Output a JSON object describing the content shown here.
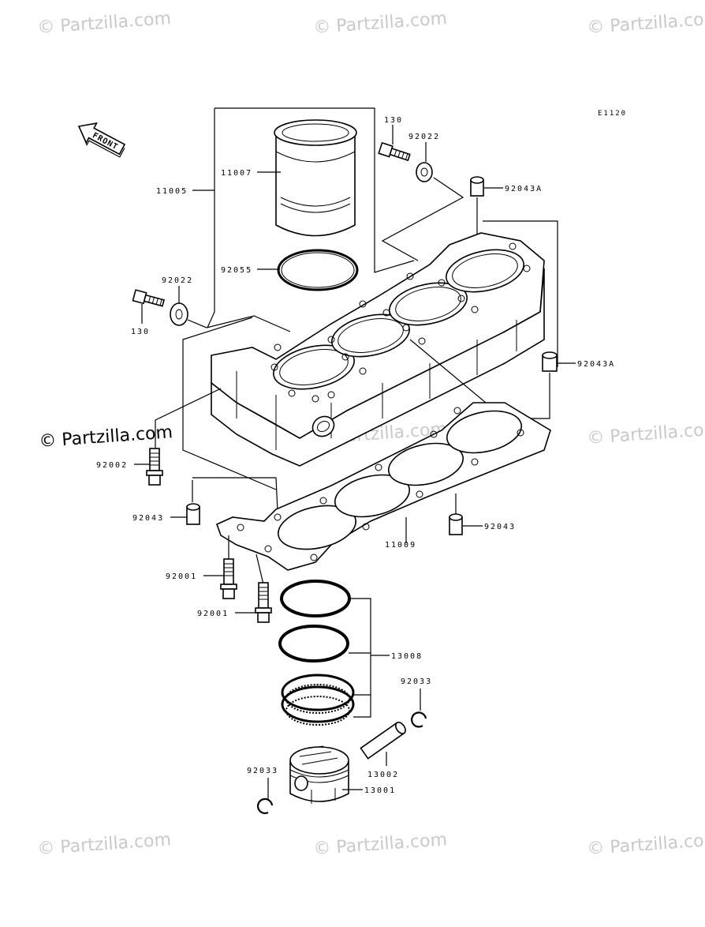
{
  "diagram": {
    "code": "E1120",
    "front_label": "FRONT",
    "watermark": "© Partzilla.com",
    "labels": {
      "p11005": "11005",
      "p11007": "11007",
      "p92055": "92055",
      "p130_top": "130",
      "p92022_top": "92022",
      "p92043A_top": "92043A",
      "p92022_left": "92022",
      "p130_left": "130",
      "p92043A_right": "92043A",
      "p92002": "92002",
      "p92043_left": "92043",
      "p92043_right": "92043",
      "p11009": "11009",
      "p92001_a": "92001",
      "p92001_b": "92001",
      "p13008": "13008",
      "p92033_right": "92033",
      "p13002": "13002",
      "p92033_left": "92033",
      "p13001": "13001"
    }
  }
}
